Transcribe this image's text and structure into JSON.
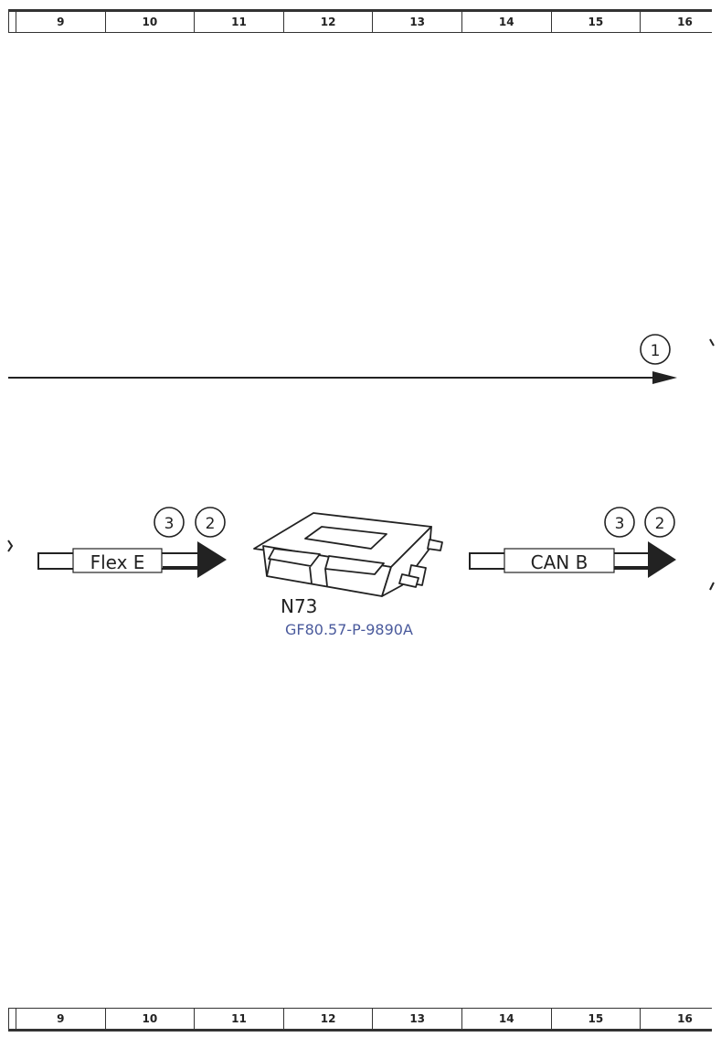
{
  "ruler": {
    "columns": [
      "9",
      "10",
      "11",
      "12",
      "13",
      "14",
      "15",
      "16"
    ]
  },
  "diagram": {
    "top_line": {
      "callout": "1"
    },
    "left_bus": {
      "label": "Flex E",
      "callouts": [
        "3",
        "2"
      ]
    },
    "right_bus": {
      "label": "CAN B",
      "callouts": [
        "3",
        "2"
      ]
    },
    "component": {
      "label": "N73"
    },
    "reference": "GF80.57-P-9890A",
    "colors": {
      "line": "#222222",
      "reference": "#4a5a9c"
    }
  }
}
